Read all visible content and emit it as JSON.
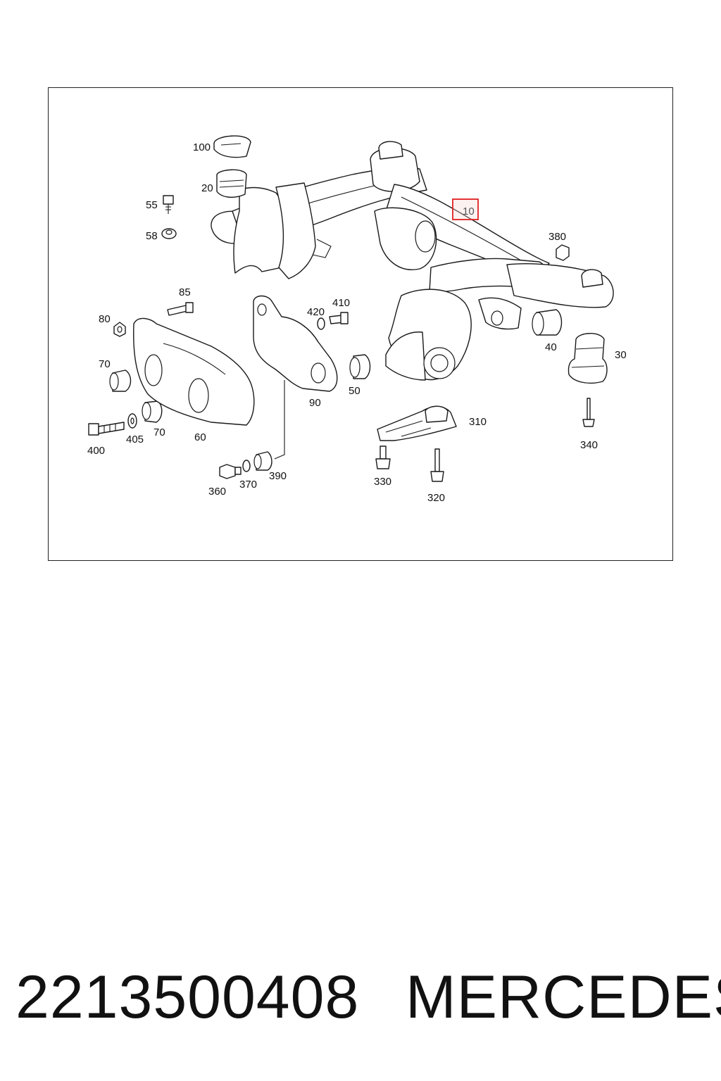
{
  "diagram": {
    "labels": {
      "l10": "10",
      "l20": "20",
      "l30": "30",
      "l40": "40",
      "l50": "50",
      "l55": "55",
      "l58": "58",
      "l60": "60",
      "l70a": "70",
      "l70b": "70",
      "l80": "80",
      "l85": "85",
      "l90": "90",
      "l100": "100",
      "l310": "310",
      "l320": "320",
      "l330": "330",
      "l340": "340",
      "l360": "360",
      "l370": "370",
      "l380": "380",
      "l390": "390",
      "l400": "400",
      "l405": "405",
      "l410": "410",
      "l420": "420"
    },
    "highlight_color": "#e02020"
  },
  "footer": {
    "part_number": "2213500408",
    "brand": "MERCEDES"
  }
}
